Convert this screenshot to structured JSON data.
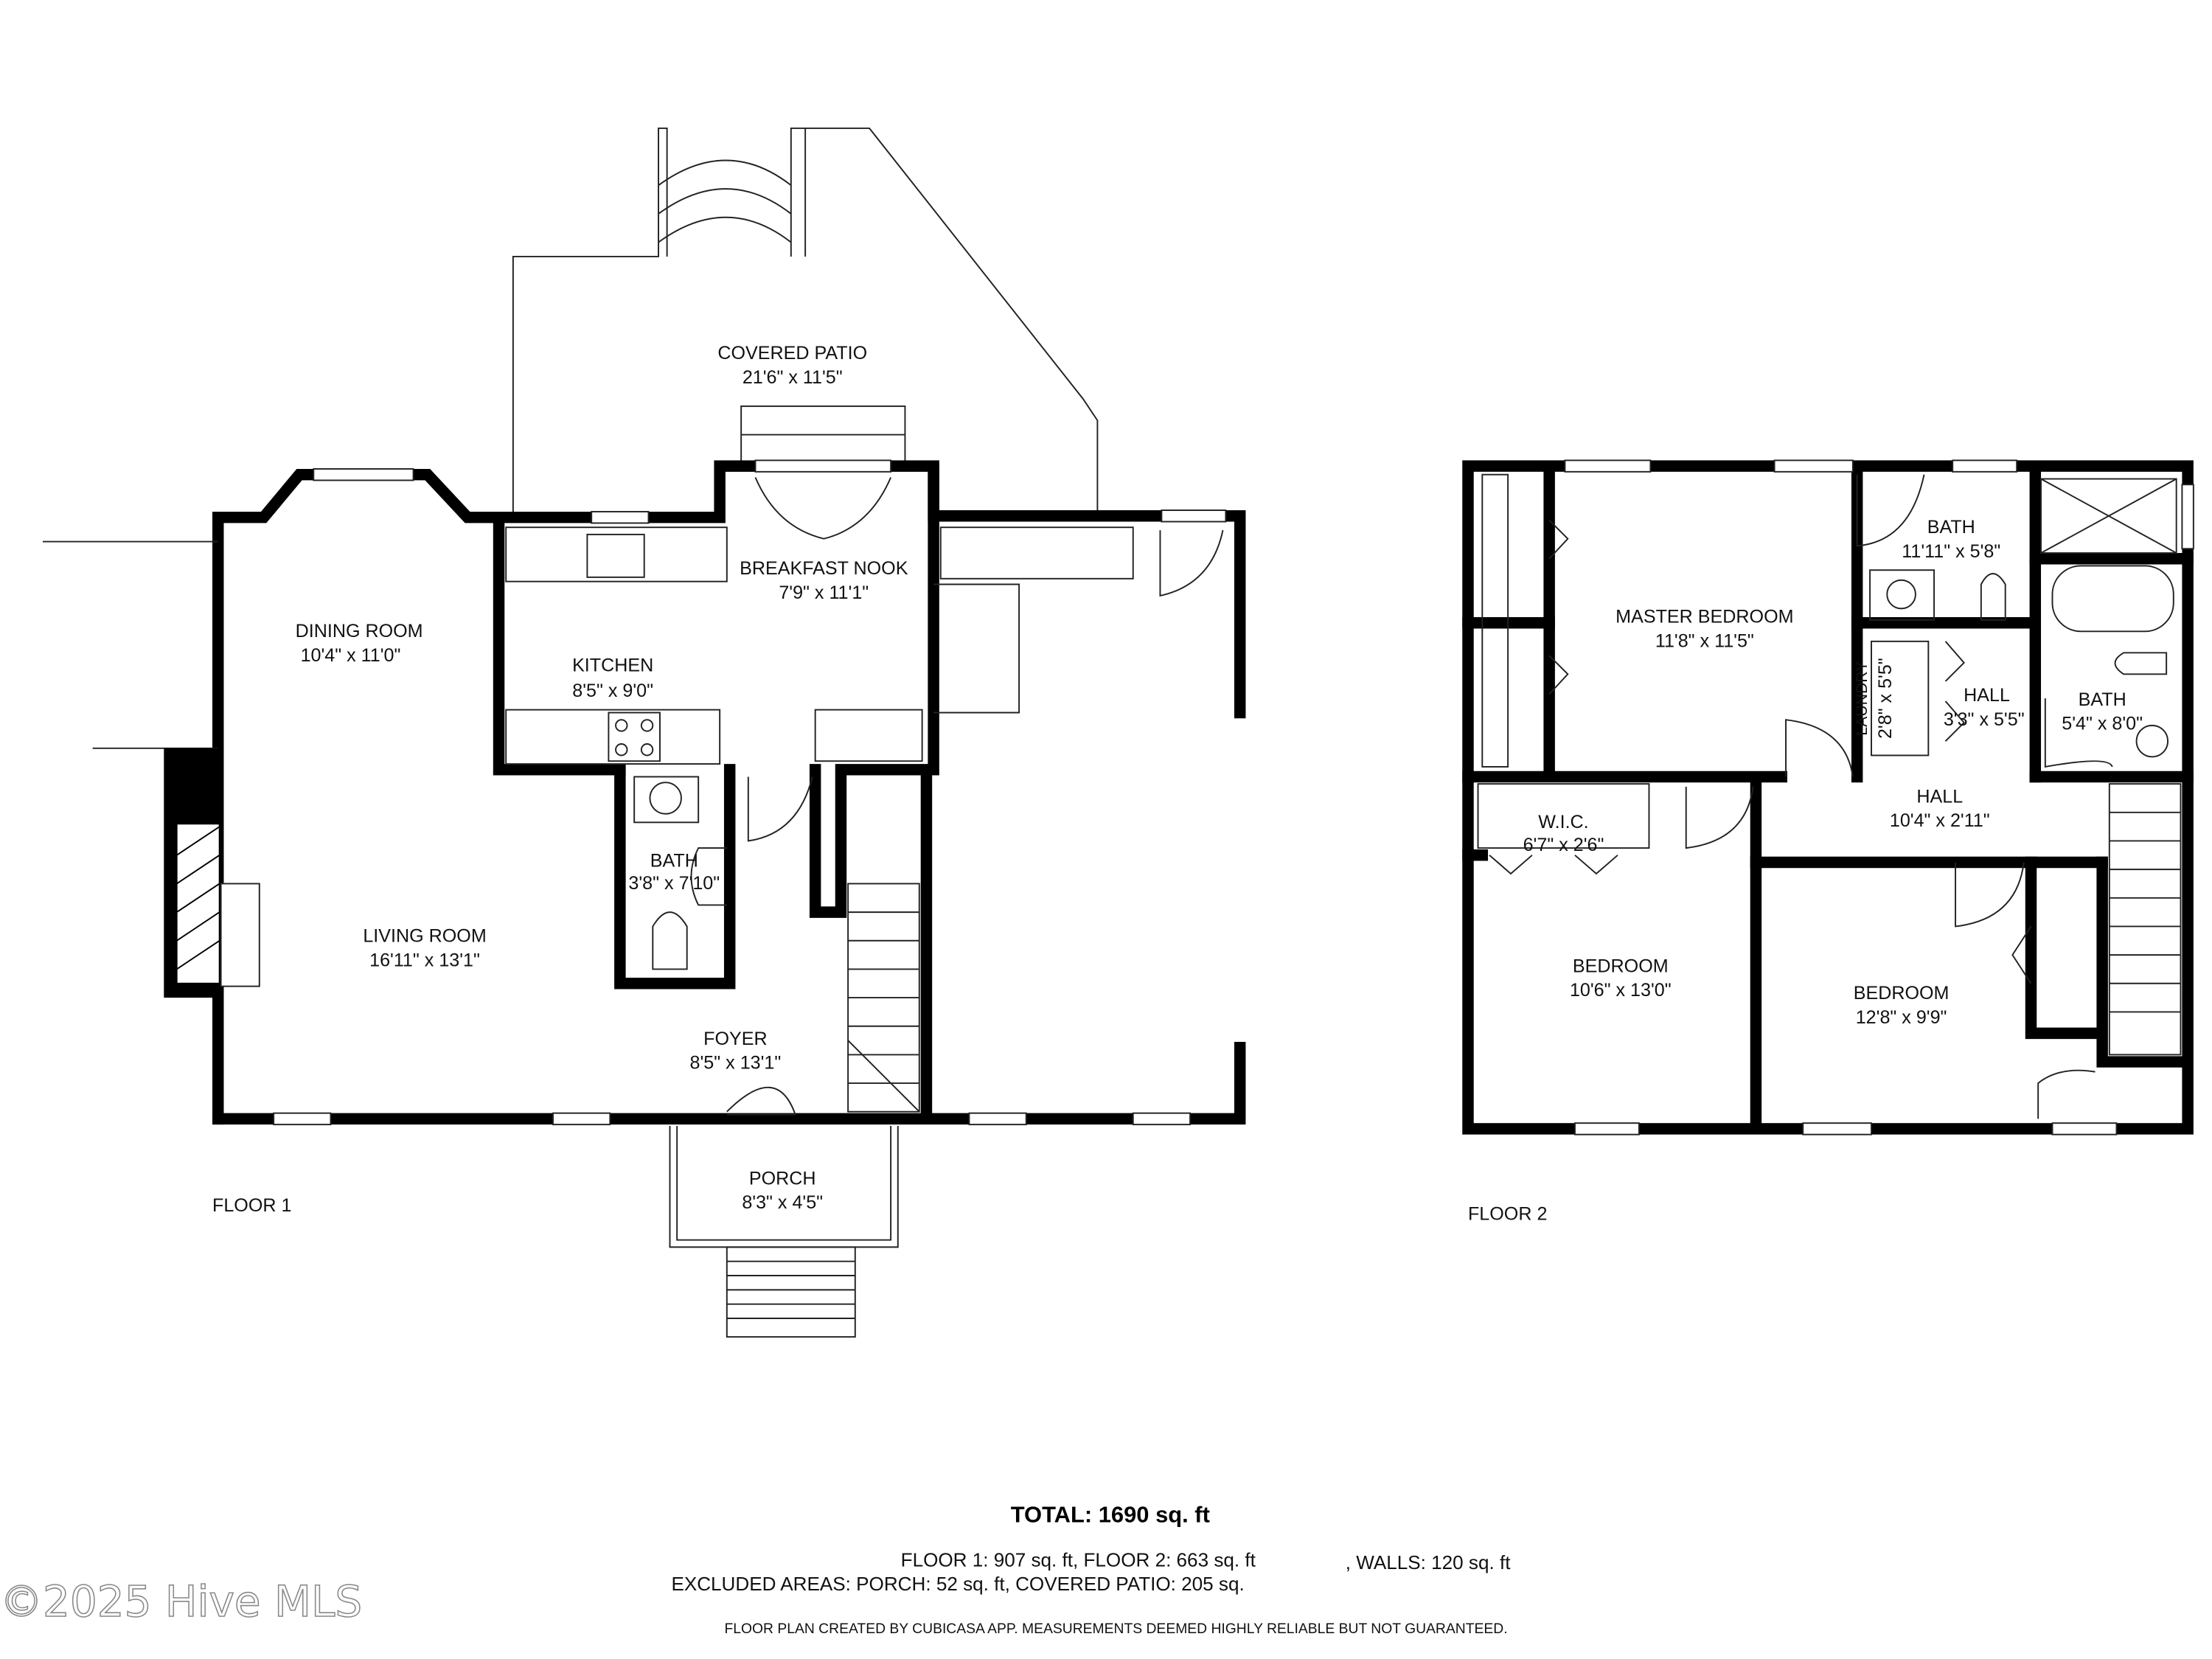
{
  "floor1": {
    "label": "FLOOR 1",
    "rooms": [
      {
        "name": "COVERED PATIO",
        "dims": "21'6\" x 11'5\""
      },
      {
        "name": "BREAKFAST NOOK",
        "dims": "7'9\" x 11'1\""
      },
      {
        "name": "DINING ROOM",
        "dims": "10'4\" x 11'0\""
      },
      {
        "name": "KITCHEN",
        "dims": "8'5\" x 9'0\""
      },
      {
        "name": "BATH",
        "dims": "3'8\" x 7'10\""
      },
      {
        "name": "LIVING ROOM",
        "dims": "16'11\" x 13'1\""
      },
      {
        "name": "FOYER",
        "dims": "8'5\" x 13'1\""
      },
      {
        "name": "PORCH",
        "dims": "8'3\" x 4'5\""
      }
    ]
  },
  "floor2": {
    "label": "FLOOR 2",
    "rooms": [
      {
        "name": "MASTER BEDROOM",
        "dims": "11'8\" x 11'5\""
      },
      {
        "name": "BATH",
        "dims": "11'11\" x 5'8\""
      },
      {
        "name": "LAUNDRY",
        "dims": "2'8\" x 5'5\""
      },
      {
        "name": "HALL",
        "dims": "3'3\" x 5'5\""
      },
      {
        "name": "BATH",
        "dims": "5'4\" x 8'0\""
      },
      {
        "name": "HALL",
        "dims": "10'4\" x 2'11\""
      },
      {
        "name": "W.I.C.",
        "dims": "6'7\" x 2'6\""
      },
      {
        "name": "BEDROOM",
        "dims": "10'6\" x 13'0\""
      },
      {
        "name": "BEDROOM",
        "dims": "12'8\" x 9'9\""
      }
    ]
  },
  "summary": {
    "total": "TOTAL: 1690 sq. ft",
    "floors": "FLOOR 1: 907 sq. ft, FLOOR 2: 663 sq. ft",
    "walls": ", WALLS: 120 sq. ft",
    "excluded": "EXCLUDED AREAS: PORCH: 52 sq. ft, COVERED PATIO: 205 sq.",
    "disclaimer": "FLOOR PLAN CREATED BY CUBICASA APP. MEASUREMENTS DEEMED HIGHLY RELIABLE BUT NOT GUARANTEED."
  },
  "watermark": "©2025 Hive MLS"
}
